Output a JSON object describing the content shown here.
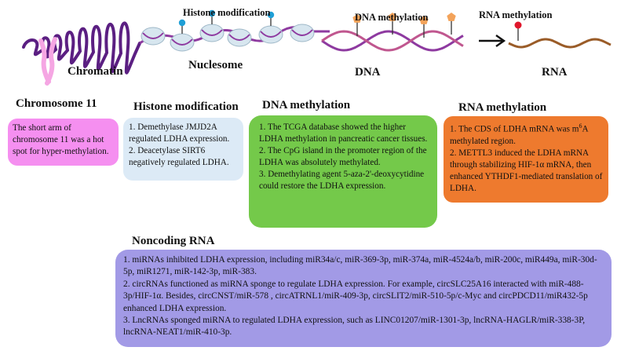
{
  "colors": {
    "chromatin": "#5b1f82",
    "chromosome_pink": "#f5a6e3",
    "nucleosome_bead": "#d7e6ef",
    "dna_strand_purple": "#8e3aa0",
    "dna_strand_pink": "#c0578f",
    "methyl_orange": "#f3a35a",
    "histone_pin_blue": "#1f9fd6",
    "rna_brown": "#9a5c28",
    "rna_pin_red": "#e0162b",
    "box_chromosome": "#f58ff0",
    "box_histone": "#dceaf6",
    "box_dna": "#74c94a",
    "box_rna": "#ee7a2e",
    "box_noncoding": "#a29ae6"
  },
  "top_labels": {
    "histone_modification": "Histone modification",
    "dna_methylation": "DNA methylation",
    "rna_methylation": "RNA methylation"
  },
  "main_labels": {
    "chromatin": "Chromatin",
    "nuclesome": "Nuclesome",
    "dna": "DNA",
    "rna": "RNA"
  },
  "sections": {
    "chromosome": {
      "title": "Chromosome 11",
      "lines": [
        "The short arm of chromosome 11 was a hot spot for hyper-methylation."
      ]
    },
    "histone": {
      "title": "Histone modification",
      "lines": [
        "1. Demethylase JMJD2A regulated LDHA expression.",
        "2. Deacetylase SIRT6 negatively regulated LDHA."
      ]
    },
    "dna": {
      "title": "DNA methylation",
      "lines": [
        "1. The TCGA database showed the higher LDHA methylation in pancreatic cancer tissues.",
        "2. The CpG island in the promoter region of the LDHA  was absolutely methylated.",
        "3. Demethylating agent 5-aza-2'-deoxycytidine could restore the LDHA expression."
      ]
    },
    "rna": {
      "title": "RNA methylation",
      "line1_before": "1. The CDS of LDHA mRNA was m",
      "line1_sup": "6",
      "line1_after": "A methylated region.",
      "line2": "2. METTL3 induced the LDHA mRNA through stabilizing HIF-1α mRNA, then enhanced YTHDF1-mediated translation of LDHA."
    },
    "noncoding": {
      "title": "Noncoding RNA",
      "lines": [
        "1. miRNAs inhibited LDHA expression, including miR34a/c, miR-369-3p, miR-374a, miR-4524a/b, miR-200c, miR449a, miR-30d-5p, miR1271, miR-142-3p, miR-383.",
        "2. circRNAs functioned as miRNA sponge to regulate LDHA expression. For example, circSLC25A16 interacted with miR-488-3p/HIF-1α. Besides, circCNST/miR-578 , circATRNL1/miR-409-3p, circSLIT2/miR-510-5p/c-Myc and circPDCD11/miR432-5p enhanced LDHA expression.",
        "3. LncRNAs sponged miRNA to regulated LDHA expression, such as LINC01207/miR-1301-3p, lncRNA-HAGLR/miR-338-3P, lncRNA-NEAT1/miR-410-3p."
      ]
    }
  }
}
